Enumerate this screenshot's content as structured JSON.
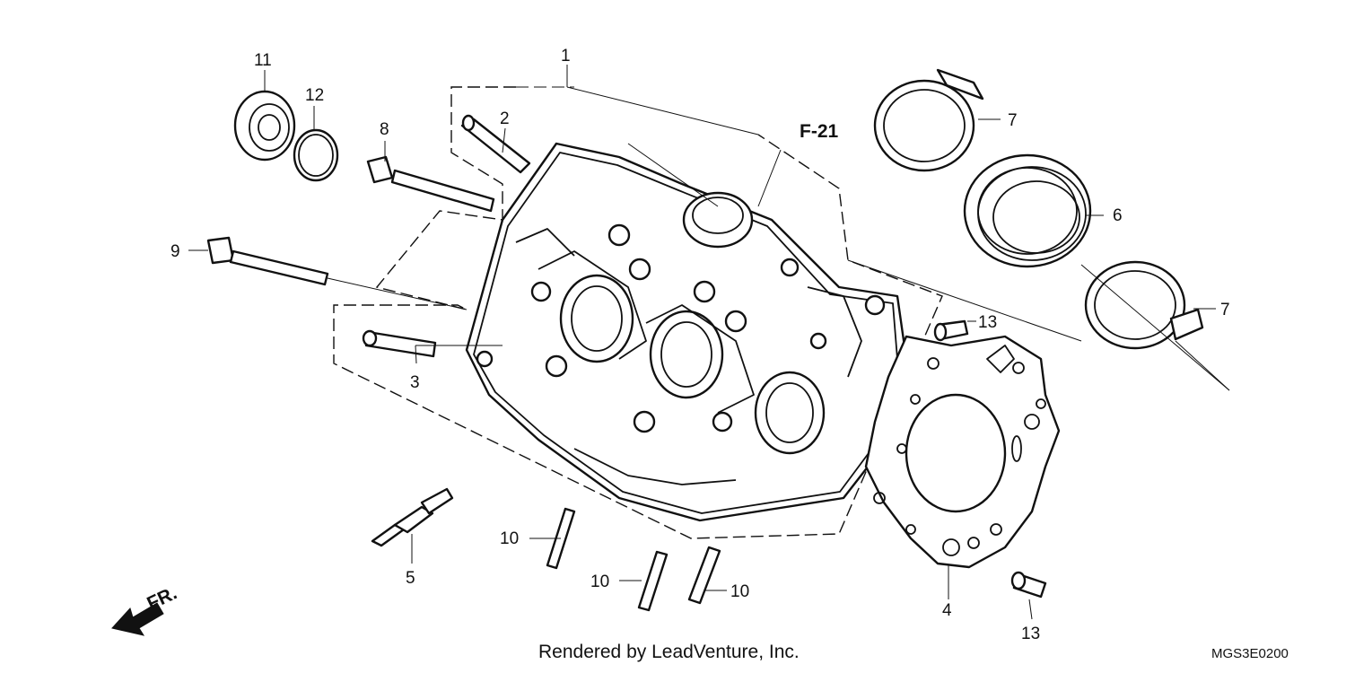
{
  "callouts": {
    "c1": "1",
    "c2": "2",
    "c3": "3",
    "c4": "4",
    "c5": "5",
    "c6": "6",
    "c7a": "7",
    "c7b": "7",
    "c8": "8",
    "c9": "9",
    "c10a": "10",
    "c10b": "10",
    "c10c": "10",
    "c11": "11",
    "c12": "12",
    "c13a": "13",
    "c13b": "13"
  },
  "reference_label": "F-21",
  "direction_label": "FR.",
  "footer_text": "Rendered by LeadVenture, Inc.",
  "diagram_code": "MGS3E0200"
}
